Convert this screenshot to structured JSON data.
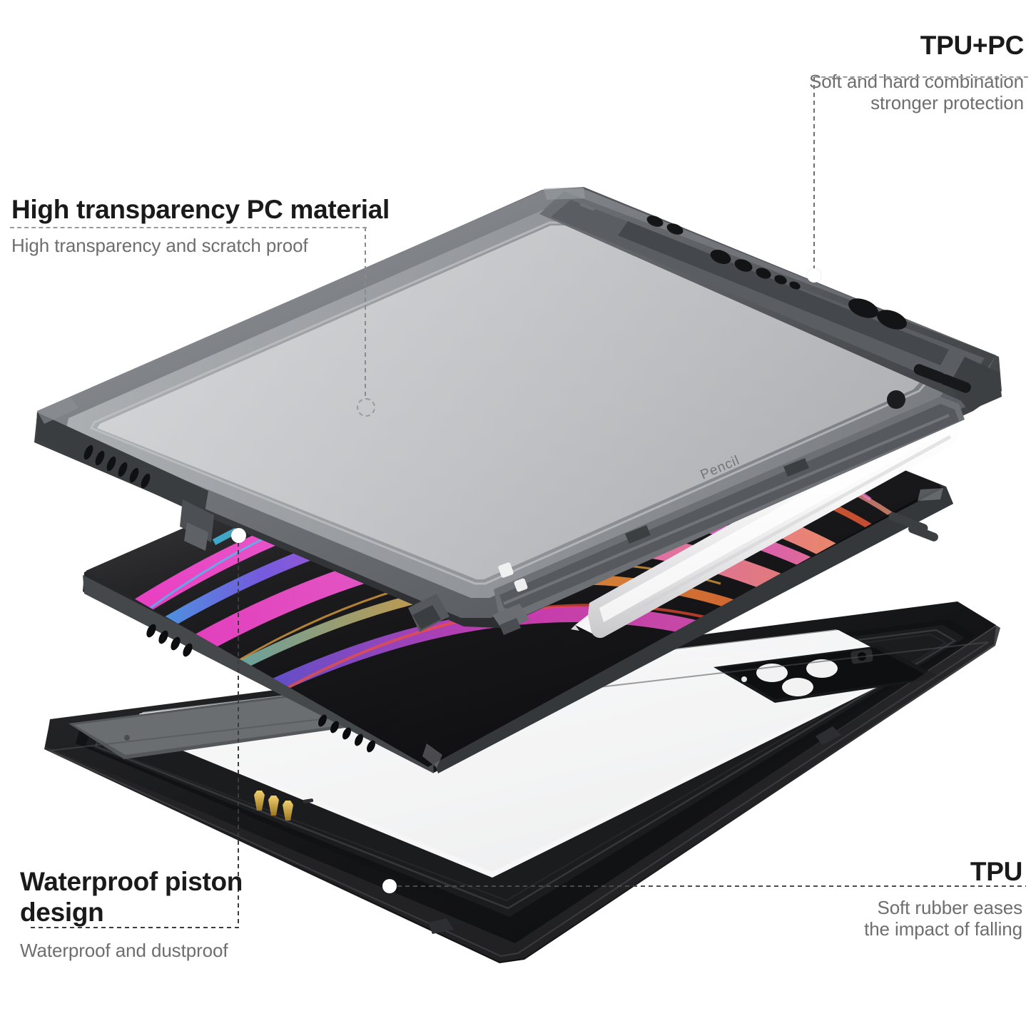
{
  "page": {
    "background": "#ffffff",
    "title_color": "#1a1a1a",
    "subtitle_color": "#6e6e6e",
    "leader_color": "#8a8a8a"
  },
  "callouts": [
    {
      "id": "tpu-pc",
      "title": "TPU+PC",
      "subtitle": "Soft and hard combination\nstronger protection",
      "align": "right",
      "marker": "white-dot",
      "target": "front-frame-top-edge"
    },
    {
      "id": "pc-material",
      "title": "High transparency PC material",
      "subtitle": "High transparency and scratch proof",
      "align": "left",
      "marker": "dashed-ring",
      "target": "clear-pc-screen-panel"
    },
    {
      "id": "waterproof-piston",
      "title": "Waterproof piston\ndesign",
      "subtitle": "Waterproof and dustproof",
      "align": "left",
      "marker": "white-dot",
      "target": "tablet-bezel-left"
    },
    {
      "id": "tpu",
      "title": "TPU",
      "subtitle": "Soft rubber eases\nthe impact of falling",
      "align": "right",
      "marker": "white-dot",
      "target": "back-case-rubber-edge"
    }
  ],
  "product": {
    "name": "Waterproof tablet case exploded view",
    "layers": [
      {
        "id": "front-frame",
        "label": "Front protective frame (TPU + PC)",
        "color": "#5d6064"
      },
      {
        "id": "tablet",
        "label": "Tablet device",
        "color": "#2a2c2f"
      },
      {
        "id": "back-case",
        "label": "Back waterproof case (TPU)",
        "color": "#1a1b1d"
      }
    ],
    "accessories": [
      {
        "id": "stylus",
        "label": "Stylus pencil",
        "color": "#fdfdfd"
      }
    ],
    "embossed_text": "Pencil",
    "wallpaper": {
      "description": "Abstract swooping ribbon curves",
      "base": "#0a0a0c",
      "colors": [
        "#ff3ddb",
        "#d12ad8",
        "#ff5a2e",
        "#ffb03a",
        "#2ec9ff",
        "#6a5bff"
      ]
    },
    "details": [
      {
        "id": "speaker-grille",
        "label": "Speaker grille holes"
      },
      {
        "id": "button-cutouts",
        "label": "Volume and power button cutouts"
      },
      {
        "id": "camera-cutout",
        "label": "Rear camera cutout"
      },
      {
        "id": "pogo-pins",
        "label": "Gold smart connector pins",
        "color": "#c9962f"
      },
      {
        "id": "pencil-holder",
        "label": "Pencil holder channel"
      }
    ]
  }
}
